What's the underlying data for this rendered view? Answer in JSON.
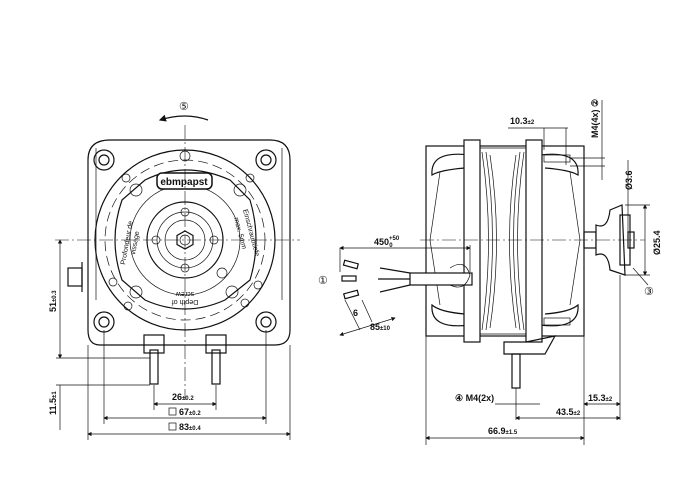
{
  "front_view": {
    "logo": "ebmpapst",
    "text_fr": [
      "Profondeur de",
      "vissage"
    ],
    "text_de": [
      "Einschraubtiefe",
      "max. 5mm"
    ],
    "text_en": [
      "Depth of",
      "screw"
    ],
    "rotation_marker": "⑤",
    "dimensions": {
      "pin_spacing": "26",
      "pin_spacing_tol": "±0.2",
      "hole_square": "67",
      "hole_square_tol": "±0.2",
      "body_square": "83",
      "body_square_tol": "±0.4",
      "center_height": "51",
      "center_height_tol": "±0.3",
      "pin_length": "11.5",
      "pin_length_tol": "±1"
    }
  },
  "side_view": {
    "markers": {
      "cable": "①",
      "mount_thread": "②",
      "hub": "③",
      "bottom_thread": "④"
    },
    "dimensions": {
      "cable_length": "450",
      "cable_length_tol": "+50",
      "cable_length_tol_low": "0",
      "strip_length": "6",
      "wire_length": "85",
      "wire_length_tol": "±10",
      "thread_depth": "10.3",
      "thread_depth_tol": "±2",
      "mount_thread": "M4(4x)",
      "bore": "Ø3.6",
      "hub_diameter": "Ø25.4",
      "bottom_thread": "M4(2x)",
      "hub_offset": "15.3",
      "hub_offset_tol": "±2",
      "shaft_length": "43.5",
      "shaft_length_tol": "±2",
      "overall_length": "66.9",
      "overall_length_tol": "±1.5"
    }
  }
}
